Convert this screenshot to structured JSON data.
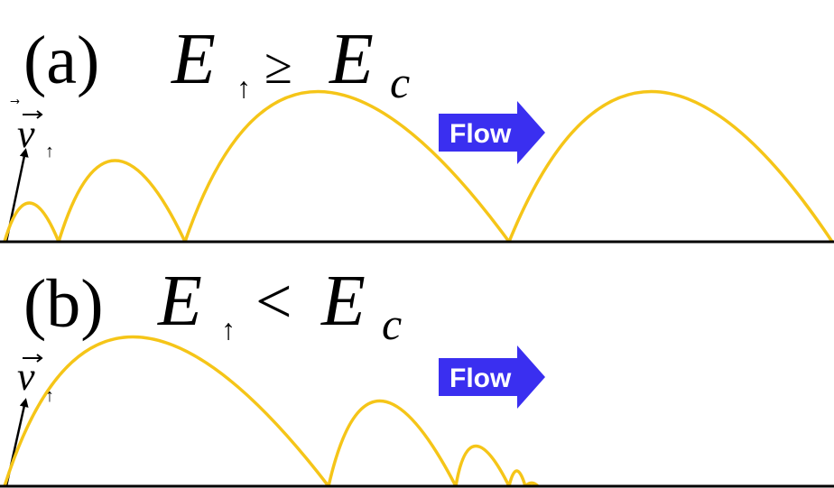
{
  "panels": [
    {
      "id": "a",
      "label": "(a)",
      "energy_symbol": "E",
      "energy_subscript": "↑",
      "relation": "≥",
      "critical_symbol": "E",
      "critical_subscript": "c",
      "velocity_symbol": "v",
      "velocity_subscript": "↑",
      "flow_label": "Flow"
    },
    {
      "id": "b",
      "label": "(b)",
      "energy_symbol": "E",
      "energy_subscript": "↑",
      "relation": "<",
      "critical_symbol": "E",
      "critical_subscript": "c",
      "velocity_symbol": "v",
      "velocity_subscript": "↑",
      "flow_label": "Flow"
    }
  ],
  "colors": {
    "trajectory": "#F5C518",
    "flow_arrow": "#3A2FF0",
    "flow_text": "#FFFFFF",
    "ground": "#000000",
    "text": "#000000"
  }
}
